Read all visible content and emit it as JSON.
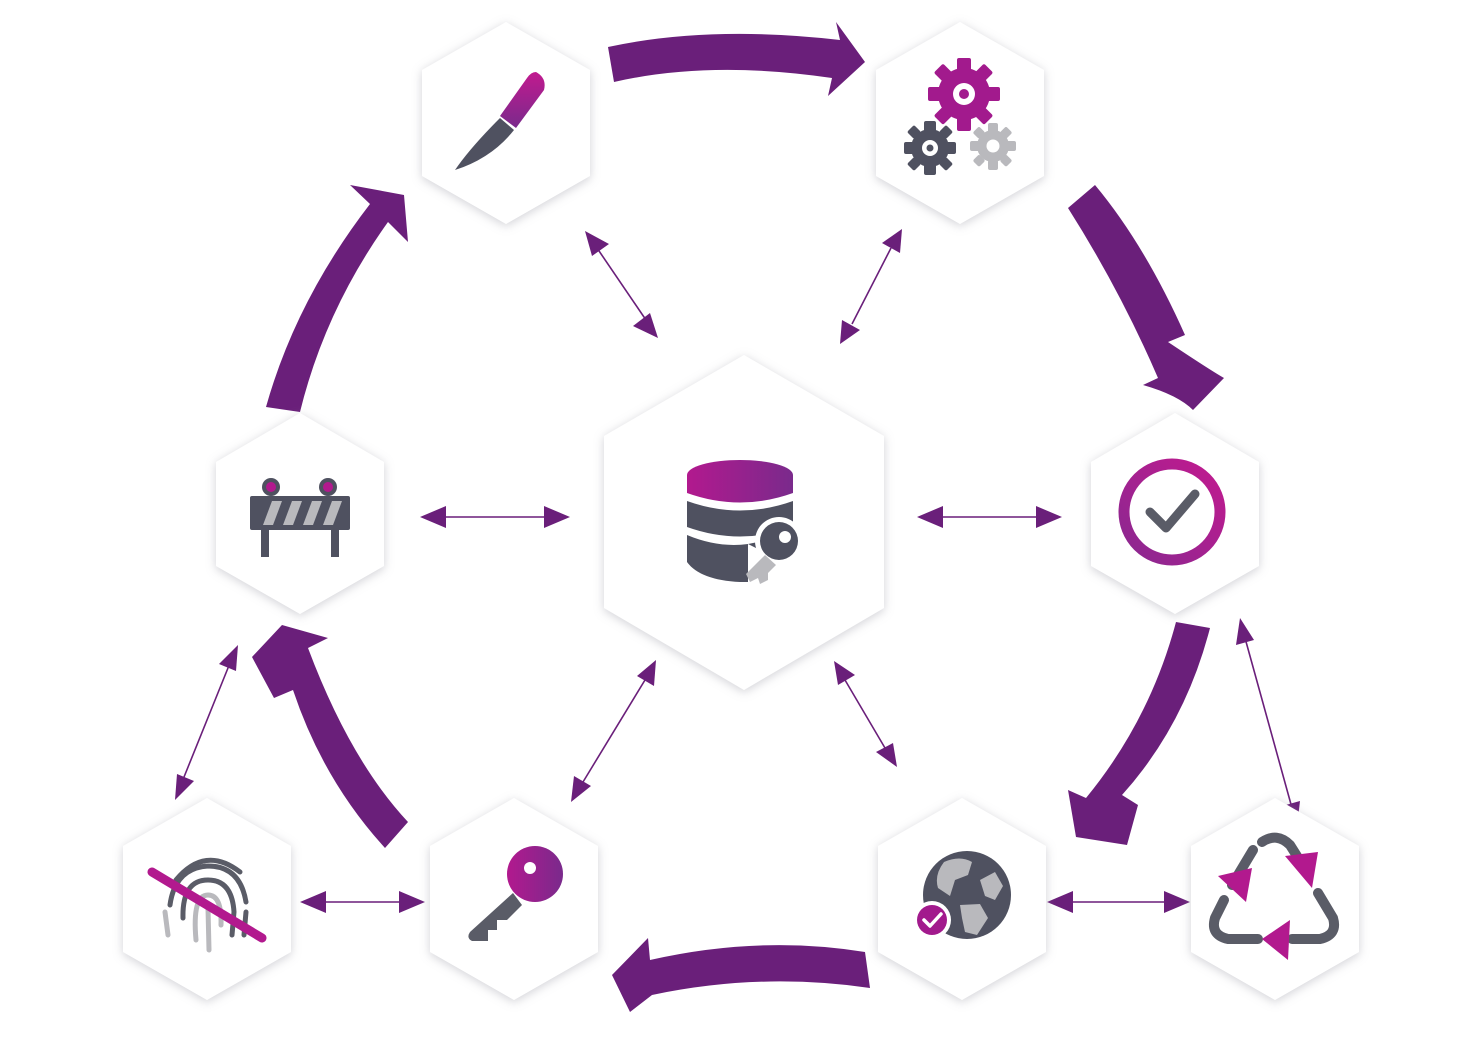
{
  "colors": {
    "cycle_arrow": "#6a1f7a",
    "connector": "#6a1f7a",
    "icon_dark": "#4f5160",
    "icon_mid": "#6b6d78",
    "icon_light": "#b9b9bd",
    "magenta": "#b2198e",
    "purple": "#7a2a8c",
    "hex_fill": "#ffffff",
    "hex_shadow": "#c9c9cf"
  },
  "nodes": [
    {
      "id": "center",
      "icon": "database-key-icon"
    },
    {
      "id": "top-left",
      "icon": "scalpel-icon"
    },
    {
      "id": "top-right",
      "icon": "gears-icon"
    },
    {
      "id": "right",
      "icon": "check-circle-icon"
    },
    {
      "id": "bottom-right",
      "icon": "globe-check-icon"
    },
    {
      "id": "far-right",
      "icon": "recycle-icon"
    },
    {
      "id": "bottom-left",
      "icon": "key-icon"
    },
    {
      "id": "far-left",
      "icon": "fingerprint-crossed-icon"
    },
    {
      "id": "left",
      "icon": "barrier-icon"
    }
  ]
}
